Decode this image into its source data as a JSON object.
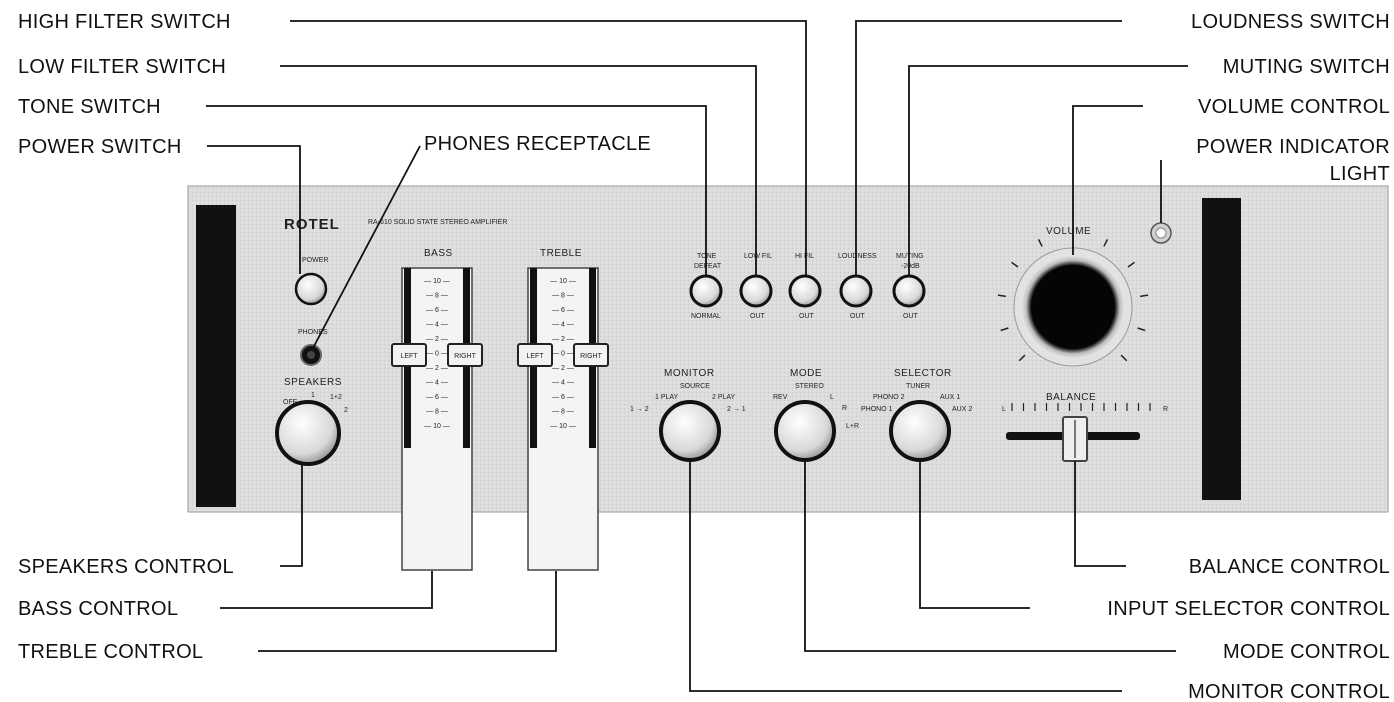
{
  "callouts": {
    "high_filter_switch": "HIGH FILTER SWITCH",
    "low_filter_switch": "LOW FILTER SWITCH",
    "tone_switch": "TONE SWITCH",
    "power_switch": "POWER SWITCH",
    "phones_receptacle": "PHONES RECEPTACLE",
    "loudness_switch": "LOUDNESS SWITCH",
    "muting_switch": "MUTING SWITCH",
    "volume_control": "VOLUME CONTROL",
    "power_indicator_light_line1": "POWER INDICATOR",
    "power_indicator_light_line2": "LIGHT",
    "speakers_control": "SPEAKERS CONTROL",
    "bass_control": "BASS CONTROL",
    "treble_control": "TREBLE CONTROL",
    "balance_control": "BALANCE CONTROL",
    "input_selector_control": "INPUT SELECTOR CONTROL",
    "mode_control": "MODE CONTROL",
    "monitor_control": "MONITOR CONTROL"
  },
  "panel": {
    "brand": "ROTEL",
    "model": "RA-610 SOLID STATE STEREO AMPLIFIER",
    "power": "POWER",
    "phones": "PHONES",
    "speakers": "SPEAKERS",
    "speakers_off": "OFF",
    "speakers_1": "1",
    "speakers_1_2": "1+2",
    "speakers_2": "2",
    "bass": "BASS",
    "treble": "TREBLE",
    "left": "LEFT",
    "right": "RIGHT",
    "scale": [
      "10",
      "8",
      "6",
      "4",
      "2",
      "0",
      "2",
      "4",
      "6",
      "8",
      "10"
    ],
    "tone": "TONE",
    "tone_defeat": "DEFEAT",
    "tone_normal": "NORMAL",
    "low_fil": "LOW FIL",
    "hi_fil": "HI FIL",
    "loudness": "LOUDNESS",
    "muting": "MUTING",
    "muting_db": "-20dB",
    "out": "OUT",
    "monitor": "MONITOR",
    "monitor_source": "SOURCE",
    "monitor_1play": "1 PLAY",
    "monitor_2play": "2 PLAY",
    "monitor_1to2": "1 → 2",
    "monitor_2to1": "2 → 1",
    "mode": "MODE",
    "mode_stereo": "STEREO",
    "mode_rev": "REV",
    "mode_l": "L",
    "mode_r": "R",
    "mode_lr": "L+R",
    "selector": "SELECTOR",
    "sel_tuner": "TUNER",
    "sel_phono2": "PHONO 2",
    "sel_phono1": "PHONO 1",
    "sel_aux1": "AUX 1",
    "sel_aux2": "AUX 2",
    "volume": "VOLUME",
    "balance": "BALANCE",
    "balance_l": "L",
    "balance_r": "R"
  }
}
